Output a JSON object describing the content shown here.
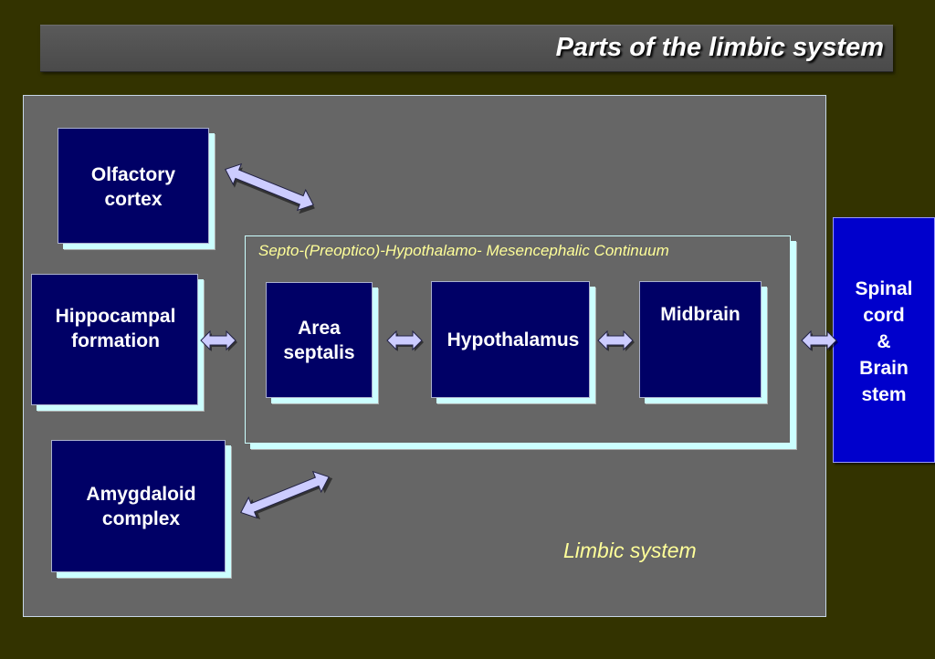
{
  "title": "Parts of the limbic system",
  "boxes": {
    "olfactory": "Olfactory cortex",
    "hippocampal": "Hippocampal formation",
    "amygdaloid": "Amygdaloid complex",
    "area_septalis": "Area septalis",
    "hypothalamus": "Hypothalamus",
    "midbrain": "Midbrain"
  },
  "continuum_label": "Septo-(Preoptico)-Hypothalamo- Mesencephalic Continuum",
  "spinal": [
    "Spinal",
    "cord",
    "&",
    "Brain",
    "stem"
  ],
  "limbic_label": "Limbic system",
  "colors": {
    "background": "#333300",
    "panel": "#666666",
    "box_fill": "#000066",
    "box_shadow": "#ccffff",
    "spinal_fill": "#0000cc",
    "label_yellow": "#ffff99",
    "arrow_fill": "#ccccff"
  }
}
